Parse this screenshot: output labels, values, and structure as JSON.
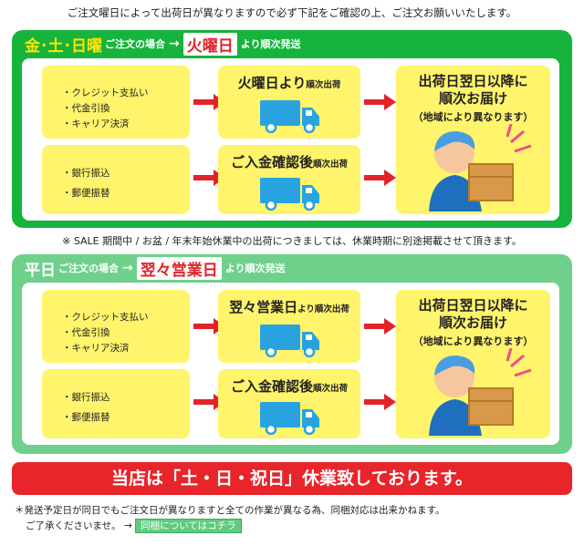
{
  "header_note": "ご注文曜日によって出荷日が異なりますので必ず下記をご確認の上、ご注文お願いいたします。",
  "weekend_panel": {
    "days": "金･土･日曜",
    "order_case": "ご注文の場合",
    "arrow": "→",
    "ship_day": "火曜日",
    "after": "より順次発送",
    "card_payment": [
      "・クレジット支払い",
      "・代金引換",
      "・キャリア決済"
    ],
    "bank_payment": [
      "・銀行振込",
      "・郵便振替"
    ],
    "card_ship_main": "火曜日より",
    "card_ship_small": "順次出荷",
    "bank_ship_main": "ご入金確認後",
    "bank_ship_small": "順次出荷",
    "delivery_line1": "出荷日翌日以降に",
    "delivery_line2": "順次お届け",
    "delivery_note": "（地域により異なります）"
  },
  "mid_note": "※ SALE 期間中 / お盆 / 年末年始休業中の出荷につきましては、休業時期に別途掲載させて頂きます。",
  "weekday_panel": {
    "days": "平日",
    "order_case": "ご注文の場合",
    "arrow": "→",
    "ship_day": "翌々営業日",
    "after": "より順次発送",
    "card_payment": [
      "・クレジット支払い",
      "・代金引換",
      "・キャリア決済"
    ],
    "bank_payment": [
      "・銀行振込",
      "・郵便振替"
    ],
    "card_ship_main": "翌々営業日",
    "card_ship_small": "より順次出荷",
    "bank_ship_main": "ご入金確認後",
    "bank_ship_small": "順次出荷",
    "delivery_line1": "出荷日翌日以降に",
    "delivery_line2": "順次お届け",
    "delivery_note": "（地域により異なります）"
  },
  "holiday_banner": "当店は「土・日・祝日」休業致しております。",
  "bottom_note": {
    "line1": "＊発送予定日が同日でもご注文日が異なりますと全ての作業が異なる為、同梱対応は出来かねます。",
    "line2": "ご了承くださいませ。 →",
    "link": "同梱についてはコチラ"
  },
  "colors": {
    "green": "#16b33d",
    "light_green": "#6fd08c",
    "yellow": "#fff46b",
    "red": "#e0242a",
    "truck_blue": "#29a3e0"
  },
  "icons": [
    "arrow-right-icon",
    "delivery-truck-icon",
    "delivery-person-icon"
  ]
}
